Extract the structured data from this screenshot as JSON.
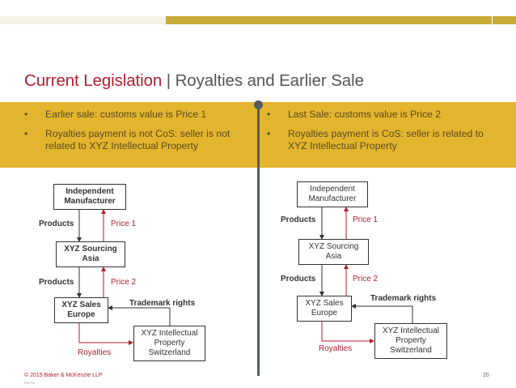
{
  "title": {
    "main": "Current Legislation",
    "separator": " | ",
    "sub": "Royalties and Earlier Sale"
  },
  "left_column": {
    "bullets": [
      "Earlier sale: customs value is Price 1",
      "Royalties payment is not CoS: seller is not related to XYZ Intellectual Property"
    ]
  },
  "right_column": {
    "bullets": [
      "Last Sale: customs value is Price 2",
      "Royalties payment is CoS: seller is related to XYZ Intellectual Property"
    ]
  },
  "diagram_left": {
    "manufacturer": "Independent\nManufacturer",
    "sourcing": "XYZ Sourcing\nAsia",
    "sales": "XYZ Sales\nEurope",
    "ip": "XYZ Intellectual\nProperty\nSwitzerland",
    "products1": "Products",
    "price1": "Price 1",
    "products2": "Products",
    "price2": "Price 2",
    "trademark": "Trademark rights",
    "royalties": "Royalties"
  },
  "diagram_right": {
    "manufacturer": "Independent\nManufacturer",
    "sourcing": "XYZ Sourcing\nAsia",
    "sales": "XYZ Sales\nEurope",
    "ip": "XYZ Intellectual\nProperty\nSwitzerland",
    "products1": "Products",
    "price1": "Price 1",
    "products2": "Products",
    "price2": "Price 2",
    "trademark": "Trademark rights",
    "royalties": "Royalties"
  },
  "footer": {
    "copyright": "© 2015 Baker & McKenzie LLP",
    "sub": "Ref Pw"
  },
  "page_number": "20",
  "colors": {
    "accent_red": "#b11e2e",
    "band_gold": "#e3b52e",
    "bar_gold": "#c8ab39",
    "divider": "#555a60"
  }
}
